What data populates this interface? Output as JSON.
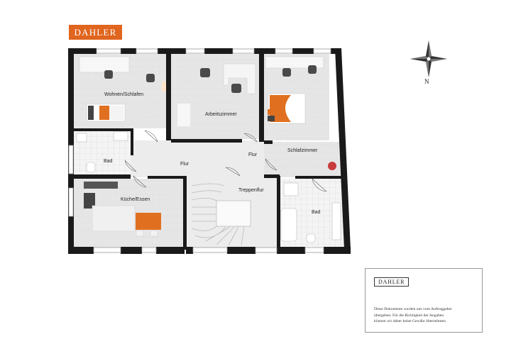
{
  "brand": {
    "name": "DAHLER"
  },
  "compass": {
    "north_label": "N"
  },
  "rooms": {
    "wohnen": "Wohnen/Schlafen",
    "arbeit": "Arbeitszimmer",
    "schlaf": "Schlafzimmer",
    "flur_main": "Flur",
    "flur_small": "Flur",
    "bad_left": "Bad",
    "kueche": "Küche/Essen",
    "treppe": "Treppenflur",
    "bad_right": "Bad"
  },
  "disclaimer": {
    "logo": "DAHLER",
    "line1": "Diese Dokumente wurden uns vom Auftraggeber",
    "line2": "übergeben. Für die Richtigkeit der Angaben",
    "line3": "können wir daher keine Gewähr übernehmen."
  },
  "colors": {
    "brand": "#e0651f",
    "wall": "#1a1a1a",
    "floor": "#e9e9e9",
    "tile": "#f3f3f3",
    "accent": "#e07020"
  }
}
